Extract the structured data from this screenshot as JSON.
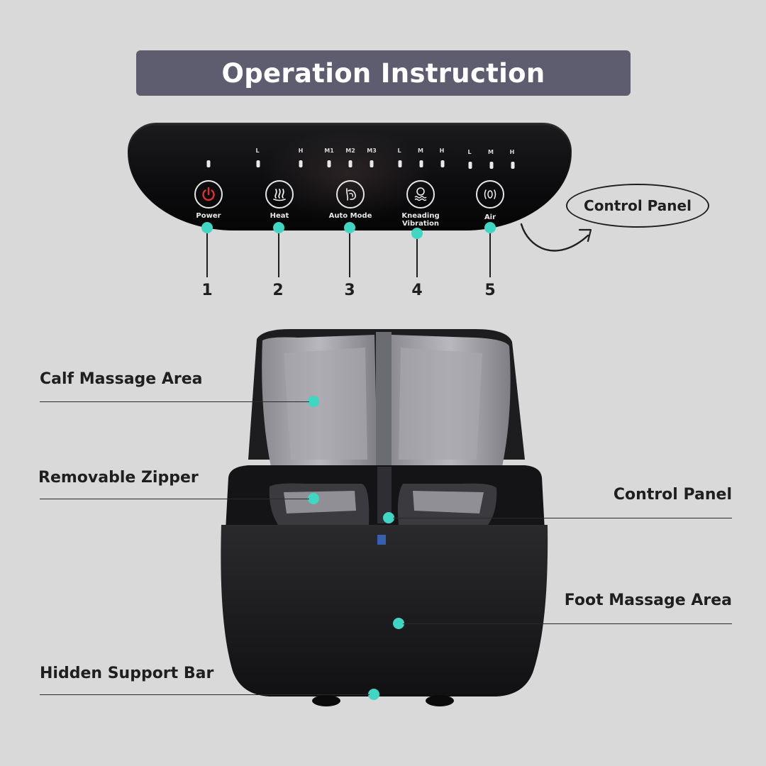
{
  "title": "Operation Instruction",
  "control_panel": {
    "level_labels": {
      "heat": [
        "L",
        "H"
      ],
      "auto_mode": [
        "M1",
        "M2",
        "M3"
      ],
      "kneading": [
        "L",
        "M",
        "H"
      ],
      "air": [
        "L",
        "M",
        "H"
      ]
    },
    "buttons": [
      {
        "label": "Power",
        "icon": "power-icon",
        "number": "1"
      },
      {
        "label": "Heat",
        "icon": "heat-icon",
        "number": "2"
      },
      {
        "label": "Auto Mode",
        "icon": "auto-mode-icon",
        "number": "3"
      },
      {
        "label_line1": "Kneading",
        "label_line2": "Vibration",
        "icon": "kneading-vibration-icon",
        "number": "4"
      },
      {
        "label": "Air",
        "icon": "air-icon",
        "number": "5"
      }
    ],
    "callout": "Control Panel"
  },
  "parts": {
    "calf_massage_area": "Calf Massage Area",
    "removable_zipper": "Removable Zipper",
    "control_panel": "Control Panel",
    "foot_massage_area": "Foot Massage Area",
    "hidden_support_bar": "Hidden Support Bar"
  },
  "colors": {
    "banner": "#5e5d70",
    "marker": "#3fd6c4",
    "power_icon": "#e0302c",
    "background": "#d9d9d9"
  }
}
